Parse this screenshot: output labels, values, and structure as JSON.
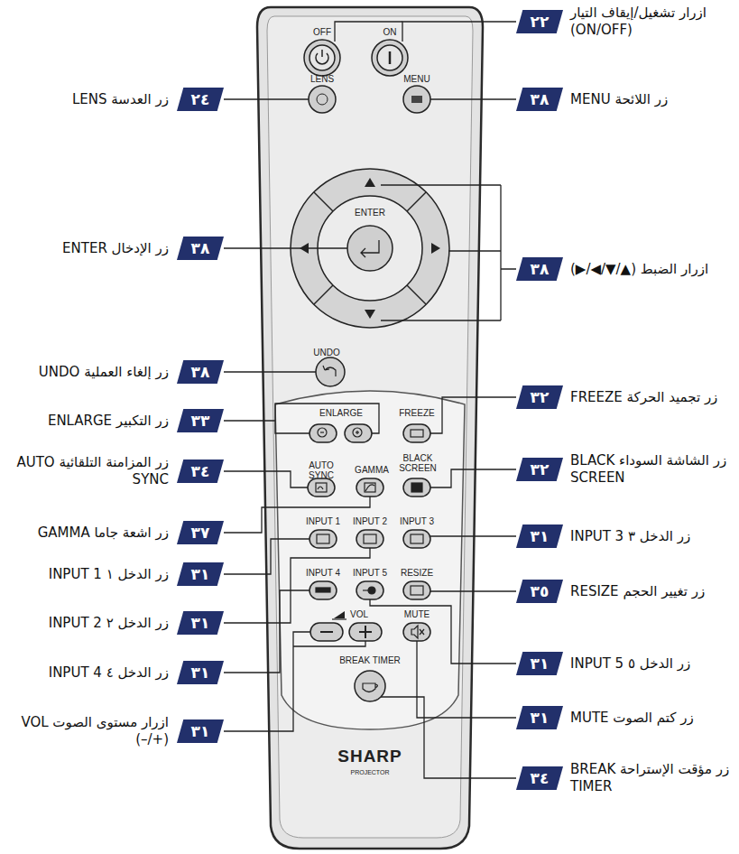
{
  "diagram": {
    "nodes": [
      {
        "text": [
          "٢٢"
        ]
      },
      {
        "text": [
          "٢٤"
        ]
      },
      {
        "text": [
          "٣٨"
        ]
      },
      {
        "text": [
          "٣٨"
        ]
      },
      {
        "text": [
          "٣٨"
        ]
      },
      {
        "text": [
          "٣٨"
        ]
      },
      {
        "text": [
          "٣٢"
        ]
      },
      {
        "text": [
          "٣٣"
        ]
      },
      {
        "text": [
          "٣٢"
        ]
      },
      {
        "text": [
          "٣٤"
        ]
      },
      {
        "text": [
          "٣٧"
        ]
      },
      {
        "text": [
          "٣١"
        ]
      },
      {
        "text": [
          "٣١"
        ]
      },
      {
        "text": [
          "٣٥"
        ]
      },
      {
        "text": [
          "٣١"
        ]
      },
      {
        "text": [
          "٣١"
        ]
      },
      {
        "text": [
          "٣١"
        ]
      },
      {
        "text": [
          "٣١"
        ]
      },
      {
        "text": [
          "٣١"
        ]
      },
      {
        "text": [
          "٣٤"
        ]
      }
    ],
    "labels": [
      "ازرار تشغيل/إيقاف التيار (ON/OFF)",
      "زر العدسة LENS",
      "زر اللائحة MENU",
      "زر الإدخال ENTER",
      "ازرار الضبط (▲/▼/◀/▶)",
      "زر إلغاء العملية UNDO",
      "زر تجميد الحركة FREEZE",
      "زر التكبير ENLARGE",
      "زر الشاشة السوداء BLACK SCREEN",
      "زر المزامنة التلقائية AUTO SYNC",
      "زر اشعة جاما GAMMA",
      "زر الدخل ٣ INPUT 3",
      "زر الدخل ١ INPUT 1",
      "زر تغيير الحجم RESIZE",
      "زر الدخل ٢ INPUT 2",
      "زر الدخل ٥ INPUT 5",
      "زر الدخل ٤ INPUT 4",
      "زر كتم الصوت MUTE",
      "ازرار مستوى الصوت VOL (+/–)",
      "زر مؤقت الإستراحة BREAK TIMER",
      "OFF",
      "ON",
      "LENS",
      "MENU",
      "ENTER",
      "UNDO",
      "ENLARGE",
      "FREEZE",
      "AUTO SYNC",
      "GAMMA",
      "BLACK SCREEN",
      "INPUT 1",
      "INPUT 2",
      "INPUT 3",
      "INPUT 4",
      "INPUT 5",
      "RESIZE",
      "VOL",
      "MUTE",
      "BREAK TIMER",
      "SHARP",
      "PROJECTOR"
    ]
  }
}
